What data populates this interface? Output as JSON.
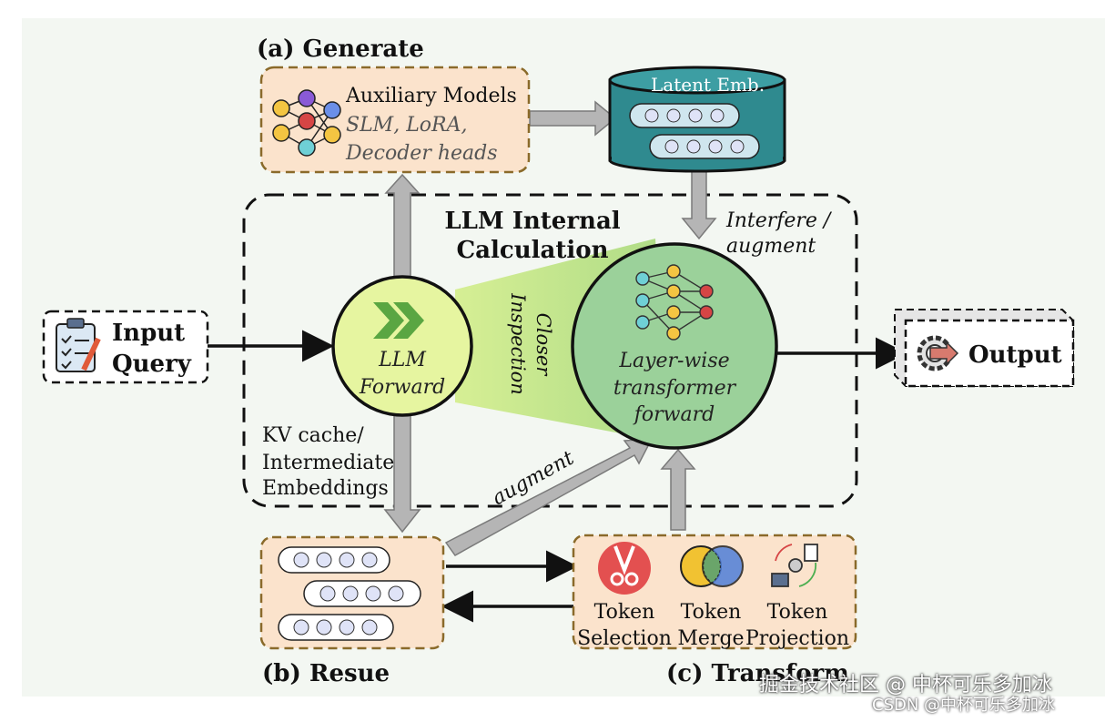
{
  "sections": {
    "generate": "(a) Generate",
    "reuse": "(b) Resue",
    "transform": "(c) Transform"
  },
  "aux_models": {
    "title": "Auxiliary Models",
    "line1": "SLM, LoRA,",
    "line2": "Decoder heads"
  },
  "latent": {
    "label": "Latent Emb."
  },
  "llm_internal": {
    "line1": "LLM Internal",
    "line2": "Calculation"
  },
  "interfere": {
    "line1": "Interfere /",
    "line2": "augment"
  },
  "input_query": {
    "line1": "Input",
    "line2": "Query"
  },
  "llm_forward": {
    "line1": "LLM",
    "line2": "Forward"
  },
  "closer_inspection": {
    "line1": "Closer",
    "line2": "Inspection"
  },
  "layerwise": {
    "line1": "Layer-wise",
    "line2": "transformer",
    "line3": "forward"
  },
  "output": {
    "label": "Output"
  },
  "kv_cache": {
    "line1": "KV cache/",
    "line2": "Intermediate",
    "line3": "Embeddings"
  },
  "augment_label": "augment",
  "tokens": [
    {
      "line1": "Token",
      "line2": "Selection"
    },
    {
      "line1": "Token",
      "line2": "Merge"
    },
    {
      "line1": "Token",
      "line2": "Projection"
    }
  ],
  "watermark": {
    "line1": "掘金技术社区 @ 中杯可乐多加冰",
    "line2": "CSDN @中杯可乐多加冰"
  },
  "colors": {
    "panel_bg": "#f3f7f2",
    "orange_box": "#fbe3cc",
    "orange_border": "#8a6a2a",
    "teal": "#2f8a8f",
    "green_circle": "#9bd19a",
    "yellow_circle": "#e6f5a0",
    "arrow_gray": "#b5b5b5"
  }
}
